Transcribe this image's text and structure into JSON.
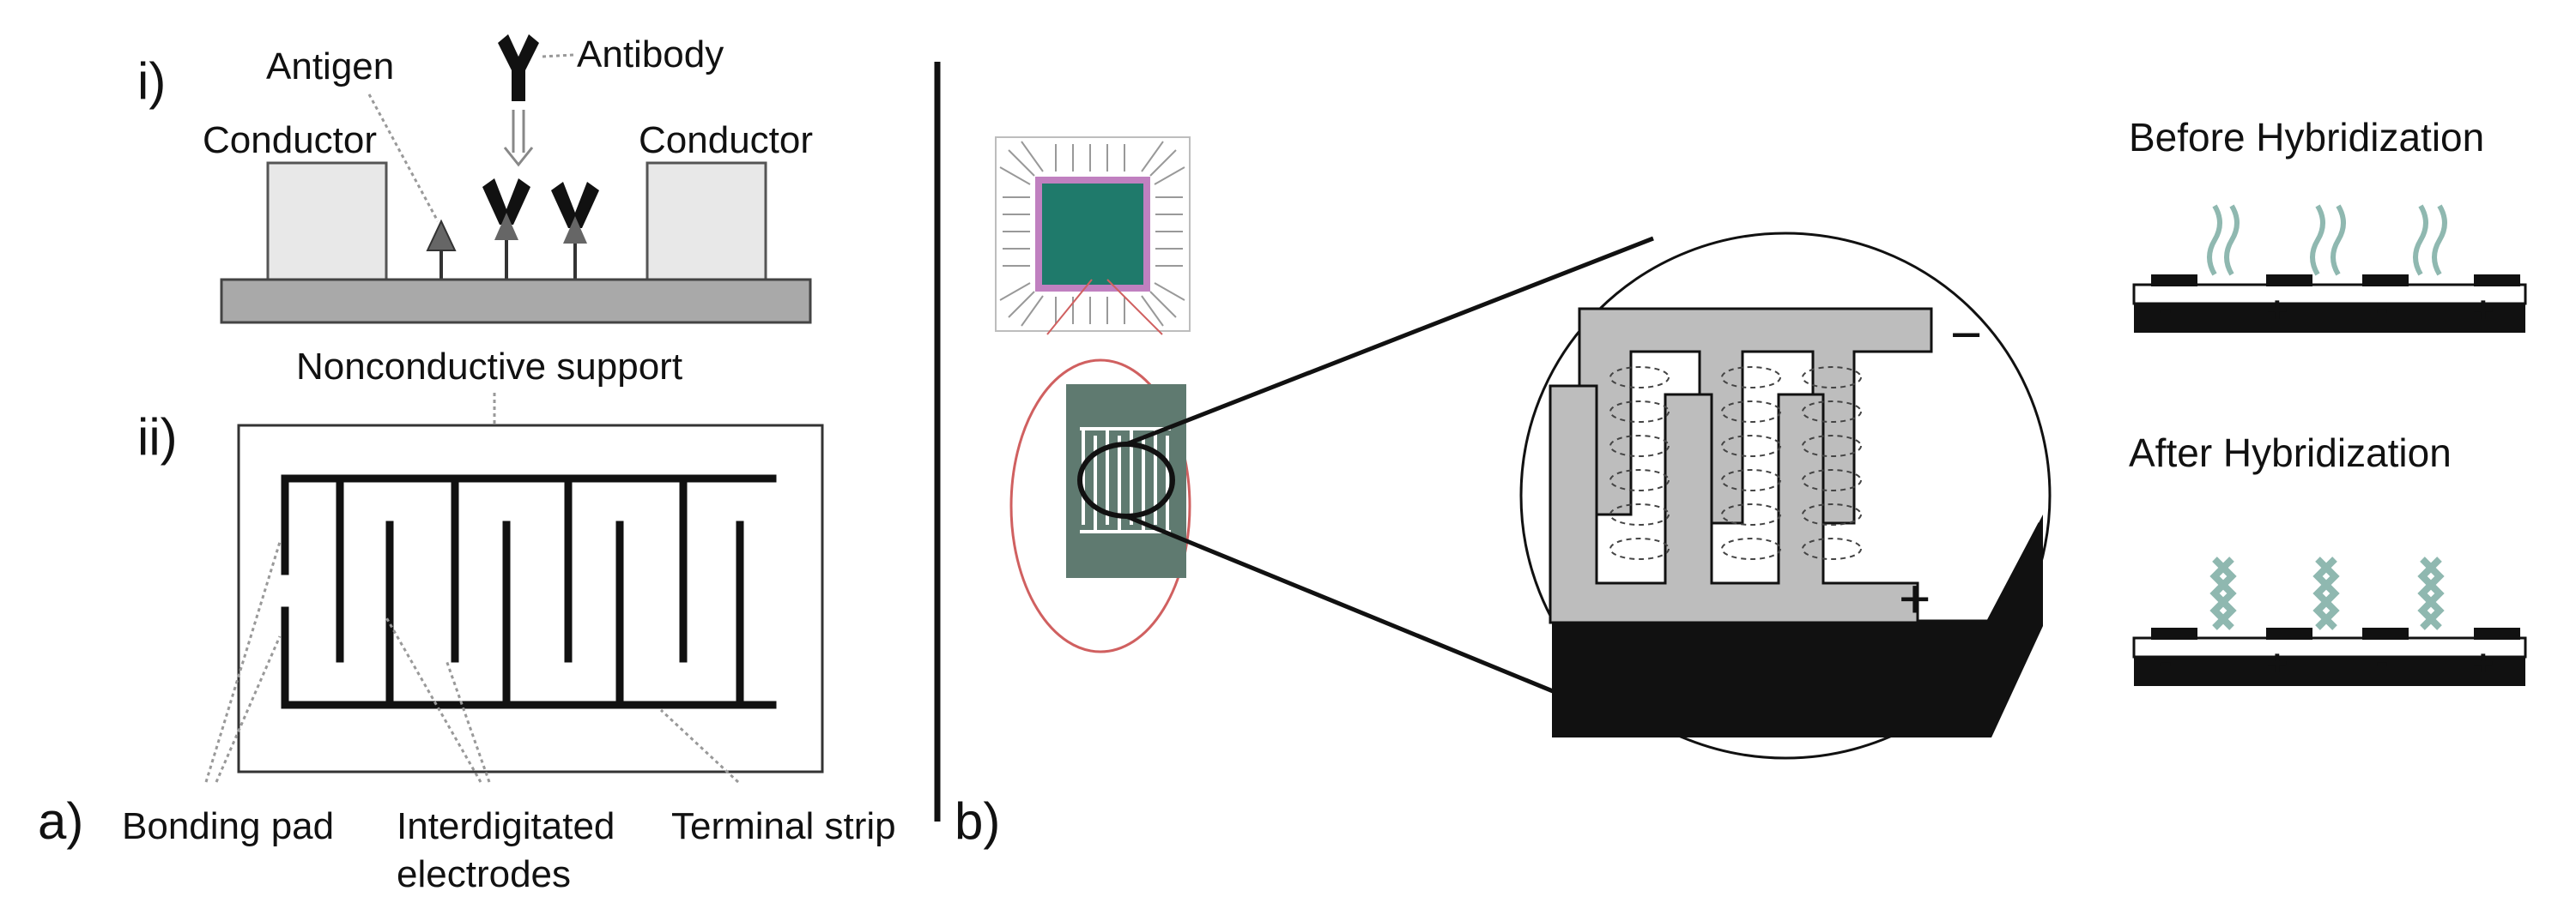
{
  "panel_a": {
    "marker": "a)",
    "sub_i": "i)",
    "sub_ii": "ii)",
    "antibody": "Antibody",
    "antigen": "Antigen",
    "conductor_left": "Conductor",
    "conductor_right": "Conductor",
    "support": "Nonconductive support",
    "bonding_pad": "Bonding pad",
    "interdigitated_1": "Interdigitated",
    "interdigitated_2": "electrodes",
    "terminal_strip": "Terminal strip"
  },
  "panel_b": {
    "marker": "b)",
    "zoom_minus": "−",
    "zoom_plus": "+",
    "before_title": "Before Hybridization",
    "after_title": "After Hybridization",
    "before_signs": [
      "-",
      "+",
      "-",
      "+"
    ],
    "after_signs": [
      "-",
      "+",
      "-",
      "+"
    ]
  },
  "colors": {
    "line": "#111111",
    "conductor_fill": "#e8e8e8",
    "support_fill": "#a9a9a9",
    "chip_teal": "#1f7a6b",
    "chip_border": "#c080c0",
    "electrode_chip": "#5f7a70",
    "zoom_metal": "#bdbdbd",
    "dna_color": "#8fb8b0",
    "lens_red": "#d06060"
  }
}
